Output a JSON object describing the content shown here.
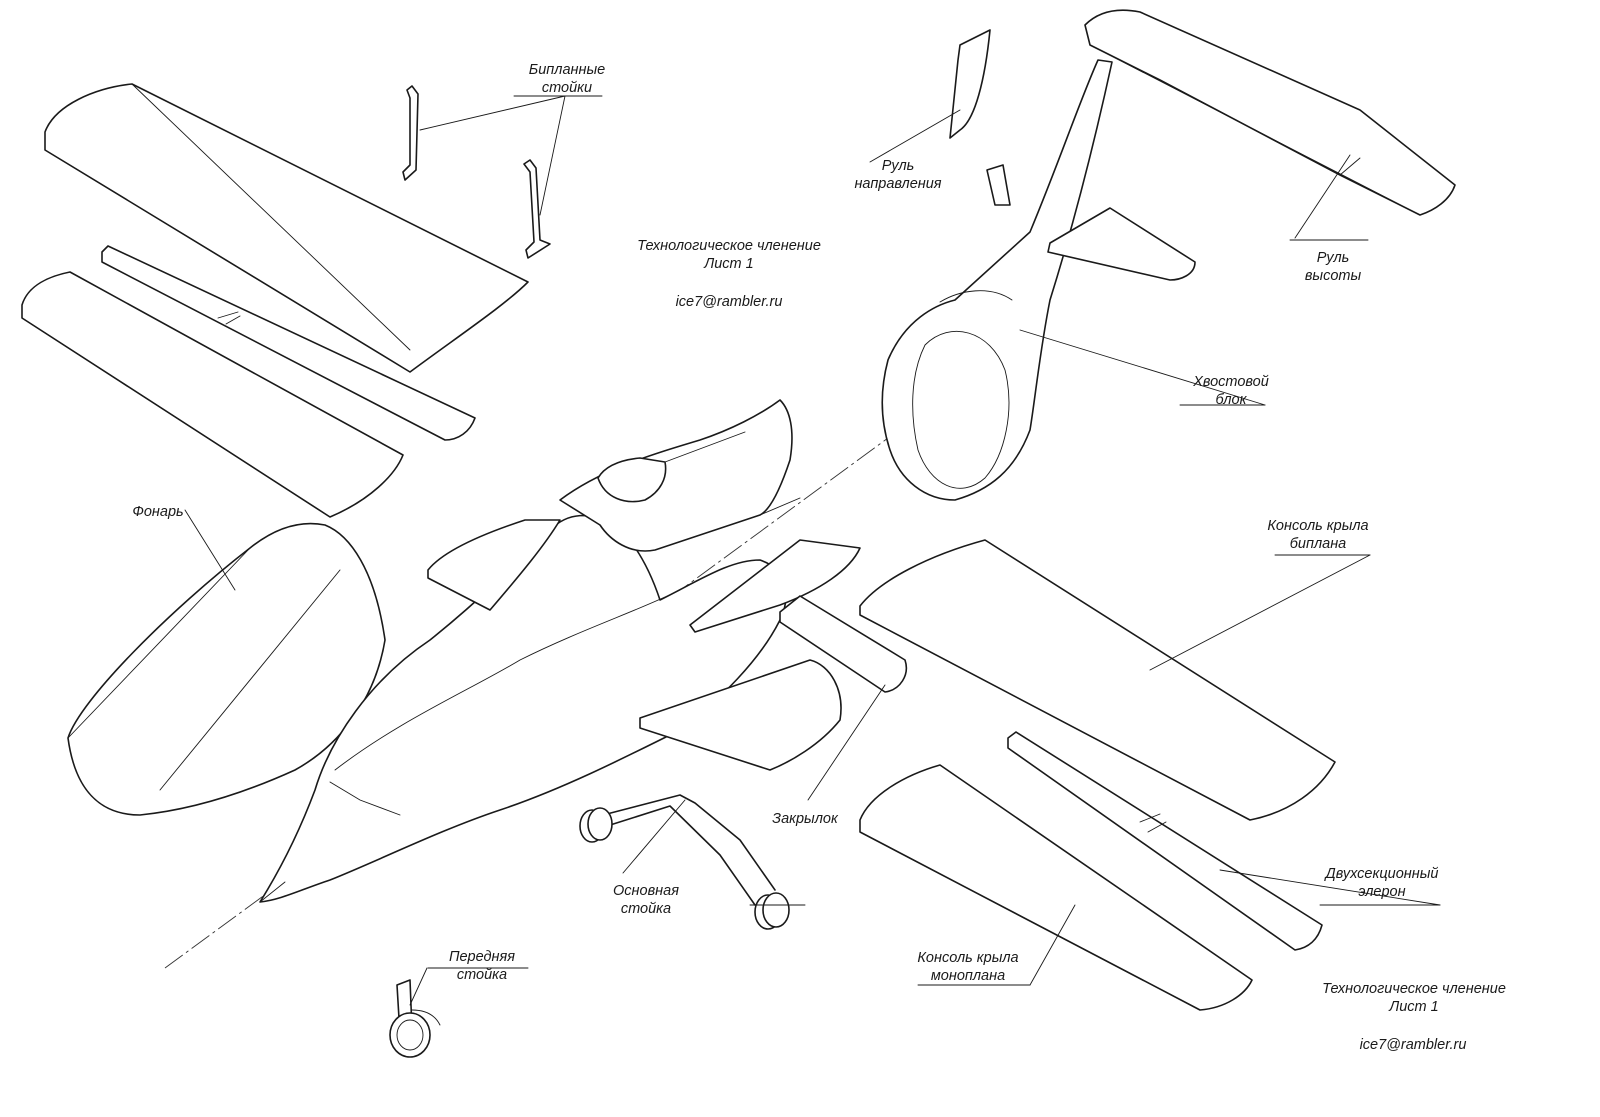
{
  "title_block": {
    "top": {
      "title": "Технологическое  членение",
      "sheet": "Лист 1",
      "email": "ice7@rambler.ru"
    },
    "bottom": {
      "title": "Технологическое  членение",
      "sheet": "Лист 1",
      "email": "ice7@rambler.ru"
    }
  },
  "labels": {
    "biplane_struts": [
      "Бипланные",
      "стойки"
    ],
    "rudder": [
      "Руль",
      "направления"
    ],
    "elevator": [
      "Руль",
      "высоты"
    ],
    "tail_unit": [
      "Хвостовой",
      "блок"
    ],
    "canopy": [
      "Фонарь"
    ],
    "biplane_wing_panel": [
      "Консоль крыла",
      "биплана"
    ],
    "flap": [
      "Закрылок"
    ],
    "main_gear": [
      "Основная",
      "стойка"
    ],
    "two_section_aileron": [
      "Двухсекционный",
      "элерон"
    ],
    "nose_gear": [
      "Передняя",
      "стойка"
    ],
    "monoplane_wing_panel": [
      "Консоль крыла",
      "моноплана"
    ]
  }
}
